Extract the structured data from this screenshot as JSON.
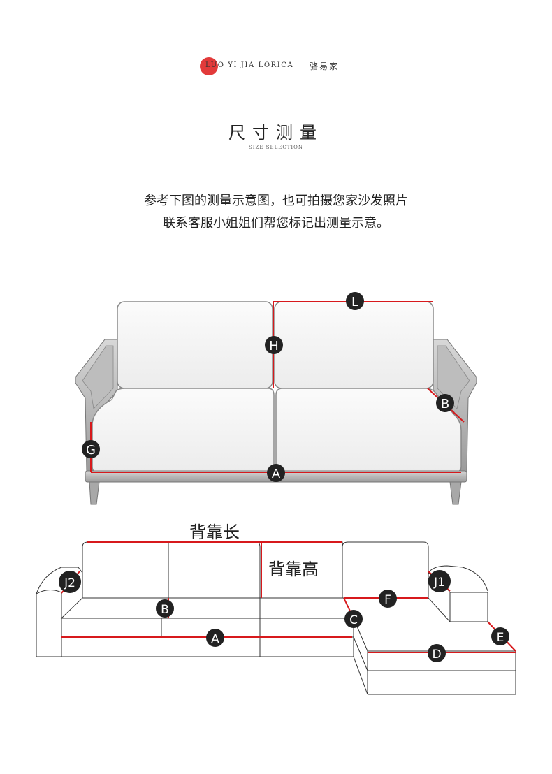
{
  "brand": {
    "english": "LUO YI JIA LORICA",
    "chinese": "骆易家"
  },
  "heading": {
    "title": "尺寸测量",
    "subtitle": "SIZE SELECTION"
  },
  "description": {
    "line1": "参考下图的测量示意图，也可拍摄您家沙发照片",
    "line2": "联系客服小姐姐们帮您标记出测量示意。"
  },
  "sofa_markers": {
    "L": "L",
    "H": "H",
    "B": "B",
    "G": "G",
    "A": "A"
  },
  "sectional": {
    "back_length_label": "背靠长",
    "back_height_label": "背靠高",
    "markers": {
      "J2": "J2",
      "J1": "J1",
      "B": "B",
      "F": "F",
      "C": "C",
      "A": "A",
      "E": "E",
      "D": "D"
    }
  },
  "colors": {
    "accent": "#e23a3a",
    "measure_line": "#d7191c",
    "marker_fill": "#222222"
  }
}
